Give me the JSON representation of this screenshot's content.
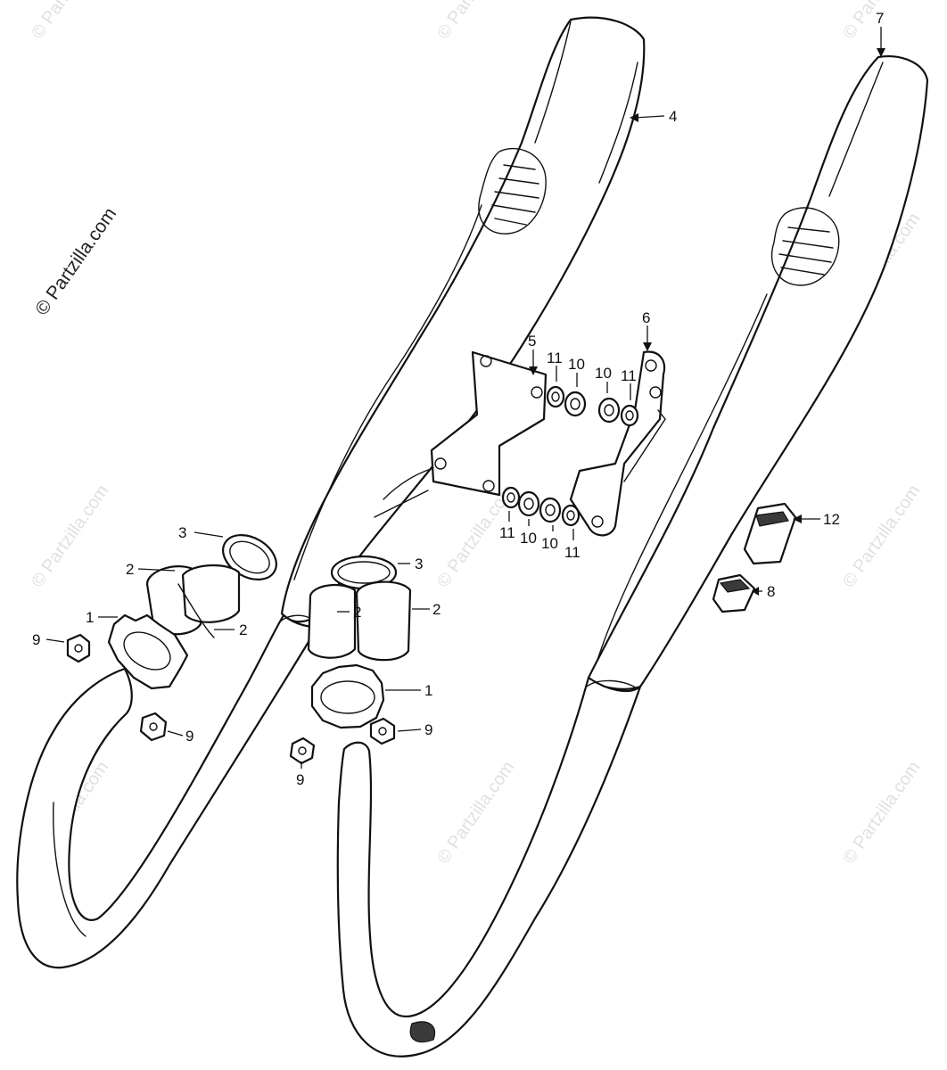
{
  "watermark": {
    "main_text": "© Partzilla.com",
    "repeat_text": "© Partzilla.com"
  },
  "callouts": [
    {
      "id": "c1a",
      "label": "1"
    },
    {
      "id": "c1b",
      "label": "1"
    },
    {
      "id": "c2a",
      "label": "2"
    },
    {
      "id": "c2b",
      "label": "2"
    },
    {
      "id": "c2c",
      "label": "2"
    },
    {
      "id": "c2d",
      "label": "2"
    },
    {
      "id": "c3a",
      "label": "3"
    },
    {
      "id": "c3b",
      "label": "3"
    },
    {
      "id": "c4",
      "label": "4"
    },
    {
      "id": "c5",
      "label": "5"
    },
    {
      "id": "c6",
      "label": "6"
    },
    {
      "id": "c7",
      "label": "7"
    },
    {
      "id": "c8",
      "label": "8"
    },
    {
      "id": "c9a",
      "label": "9"
    },
    {
      "id": "c9b",
      "label": "9"
    },
    {
      "id": "c9c",
      "label": "9"
    },
    {
      "id": "c9d",
      "label": "9"
    },
    {
      "id": "c10a",
      "label": "10"
    },
    {
      "id": "c10b",
      "label": "10"
    },
    {
      "id": "c10c",
      "label": "10"
    },
    {
      "id": "c10d",
      "label": "10"
    },
    {
      "id": "c11a",
      "label": "11"
    },
    {
      "id": "c11b",
      "label": "11"
    },
    {
      "id": "c11c",
      "label": "11"
    },
    {
      "id": "c11d",
      "label": "11"
    },
    {
      "id": "c12",
      "label": "12"
    }
  ]
}
